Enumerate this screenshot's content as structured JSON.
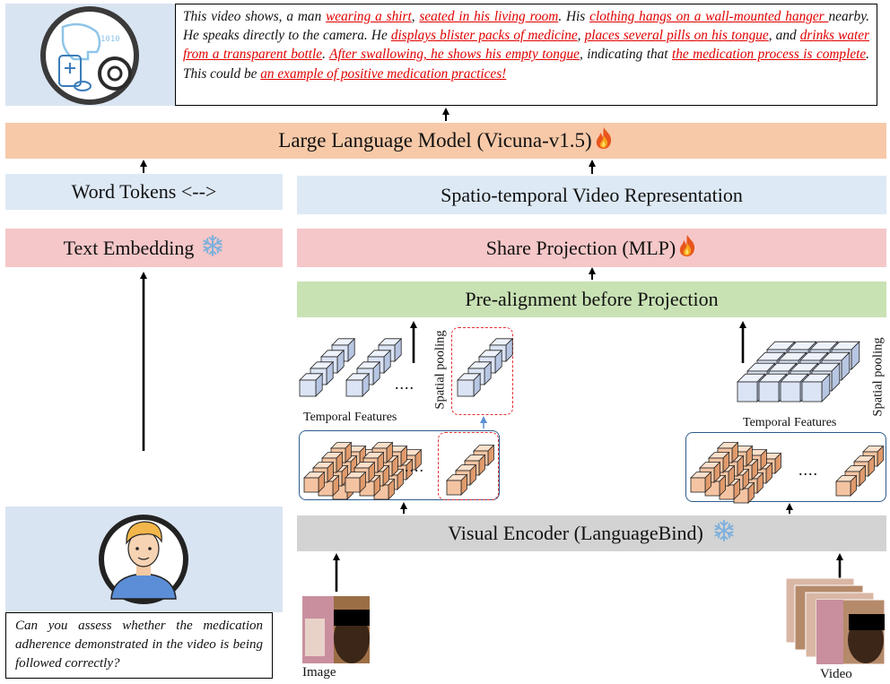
{
  "output": {
    "segments": [
      {
        "text": "This video shows, a man ",
        "hl": false
      },
      {
        "text": "wearing a shirt",
        "hl": true
      },
      {
        "text": ", ",
        "hl": false
      },
      {
        "text": "seated in his living room",
        "hl": true
      },
      {
        "text": ". His ",
        "hl": false
      },
      {
        "text": "clothing hangs on a wall-mounted hanger ",
        "hl": true
      },
      {
        "text": "nearby. He speaks directly to the camera. He ",
        "hl": false
      },
      {
        "text": "displays blister packs of medicine",
        "hl": true
      },
      {
        "text": ", ",
        "hl": false
      },
      {
        "text": "places several pills on his tongue",
        "hl": true
      },
      {
        "text": ", and ",
        "hl": false
      },
      {
        "text": "drinks water from a transparent bottle",
        "hl": true
      },
      {
        "text": ". ",
        "hl": false
      },
      {
        "text": "After swallowing, he shows his empty tongue",
        "hl": true
      },
      {
        "text": ", indicating that ",
        "hl": false
      },
      {
        "text": "the medication process is complete",
        "hl": true
      },
      {
        "text": ". This could be ",
        "hl": false
      },
      {
        "text": "an example of positive medication practices!",
        "hl": true
      }
    ],
    "highlight_color": "#e00000"
  },
  "llm": {
    "label": "Large Language Model (Vicuna-v1.5)",
    "color": "#f7c9a8"
  },
  "word_tokens": {
    "label": "Word Tokens <-->",
    "color": "#dde9f5"
  },
  "text_embedding": {
    "label": "Text Embedding",
    "color": "#f5c7c8"
  },
  "video_rep": {
    "label": "Spatio-temporal Video Representation",
    "color": "#dde9f5"
  },
  "share_proj": {
    "label": "Share Projection (MLP)",
    "color": "#f5c7c8"
  },
  "pre_align": {
    "label": "Pre-alignment before Projection",
    "color": "#c9e2b4"
  },
  "visual_encoder": {
    "label": "Visual Encoder (LanguageBind)",
    "color": "#d3d3d3"
  },
  "left_features": {
    "temporal_label": "Temporal Features",
    "pooling_label": "Spatial pooling",
    "ellipsis": "...."
  },
  "right_features": {
    "temporal_label": "Temporal Features",
    "pooling_label": "Spatial pooling",
    "ellipsis": "...."
  },
  "inputs": {
    "image_label": "Image",
    "video_label": "Video"
  },
  "question": {
    "text": "Can you assess whether the medication adherence demonstrated in the video is being followed correctly?"
  },
  "icons": [
    "assistant-logo-icon",
    "user-avatar-icon",
    "fire-icon",
    "snowflake-icon"
  ],
  "colors": {
    "cube_blue": "#dbe4f5",
    "cube_orange": "#f4c4a2",
    "panel_bg": "#d9e4f2"
  }
}
